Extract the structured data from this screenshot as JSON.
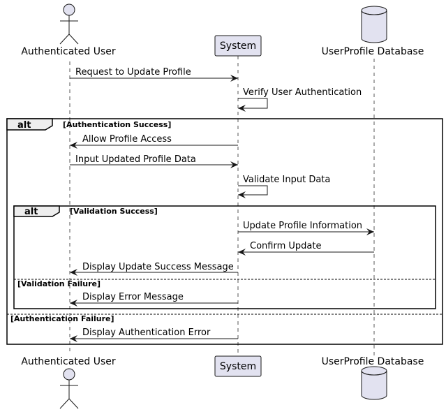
{
  "participants": {
    "user": "Authenticated User",
    "system": "System",
    "db": "UserProfile Database"
  },
  "messages": [
    "Request to Update Profile",
    "Verify User Authentication",
    "Allow Profile Access",
    "Input Updated Profile Data",
    "Validate Input Data",
    "Update Profile Information",
    "Confirm Update",
    "Display Update Success Message",
    "Display Error Message",
    "Display Authentication Error"
  ],
  "fragments": {
    "outer": {
      "keyword": "alt",
      "guard1": "[Authentication Success]",
      "guard2": "[Authentication Failure]"
    },
    "inner": {
      "keyword": "alt",
      "guard1": "[Validation Success]",
      "guard2": "[Validation Failure]"
    }
  },
  "colors": {
    "participant_fill": "#e2e2f0",
    "participant_stroke": "#181818",
    "lifeline": "#555555",
    "tab_fill": "#eeeeee"
  }
}
